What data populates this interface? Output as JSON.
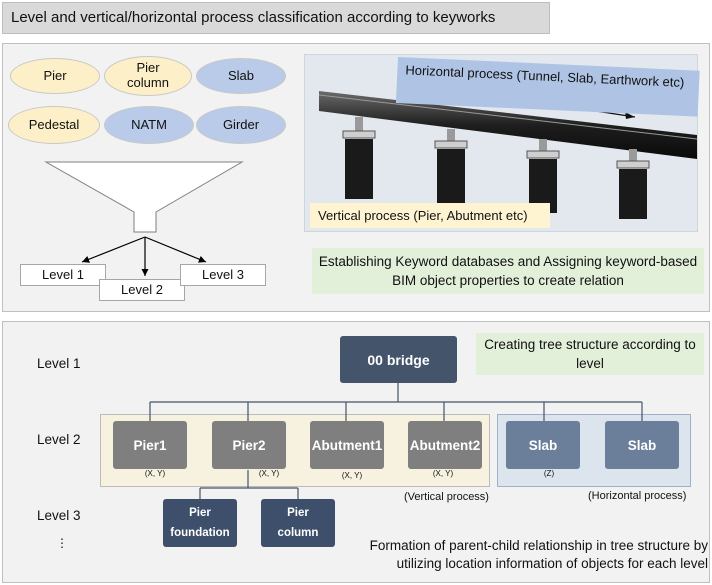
{
  "title": "Level and vertical/horizontal process classification according to keyworks",
  "keywords": [
    "Pier",
    "Pier column",
    "Slab",
    "Pedestal",
    "NATM",
    "Girder"
  ],
  "funnel_levels": [
    "Level 1",
    "Level 2",
    "Level 3"
  ],
  "horizontal_process": "Horizontal process (Tunnel, Slab, Earthwork etc)",
  "vertical_process": "Vertical process (Pier, Abutment etc)",
  "keyword_note": "Establishing Keyword databases and Assigning keyword-based BIM object properties to create relation",
  "tree": {
    "level_labels": [
      "Level 1",
      "Level 2",
      "Level 3",
      "⋮"
    ],
    "root": "00 bridge",
    "vertical_nodes": [
      "Pier1",
      "Pier2",
      "Abutment1",
      "Abutment2"
    ],
    "vertical_coords": [
      "(X, Y)",
      "(X, Y)",
      "(X, Y)",
      "(X, Y)"
    ],
    "horizontal_nodes": [
      "Slab",
      "Slab"
    ],
    "horizontal_coord": "(Z)",
    "children": [
      {
        "line1": "Pier",
        "line2": "foundation"
      },
      {
        "line1": "Pier",
        "line2": "column"
      }
    ],
    "vertical_caption": "(Vertical process)",
    "horizontal_caption": "(Horizontal process)",
    "tree_note": "Creating tree structure according to level",
    "bottom_note": "Formation of parent-child relationship in tree structure by utilizing location information of objects for each level"
  }
}
